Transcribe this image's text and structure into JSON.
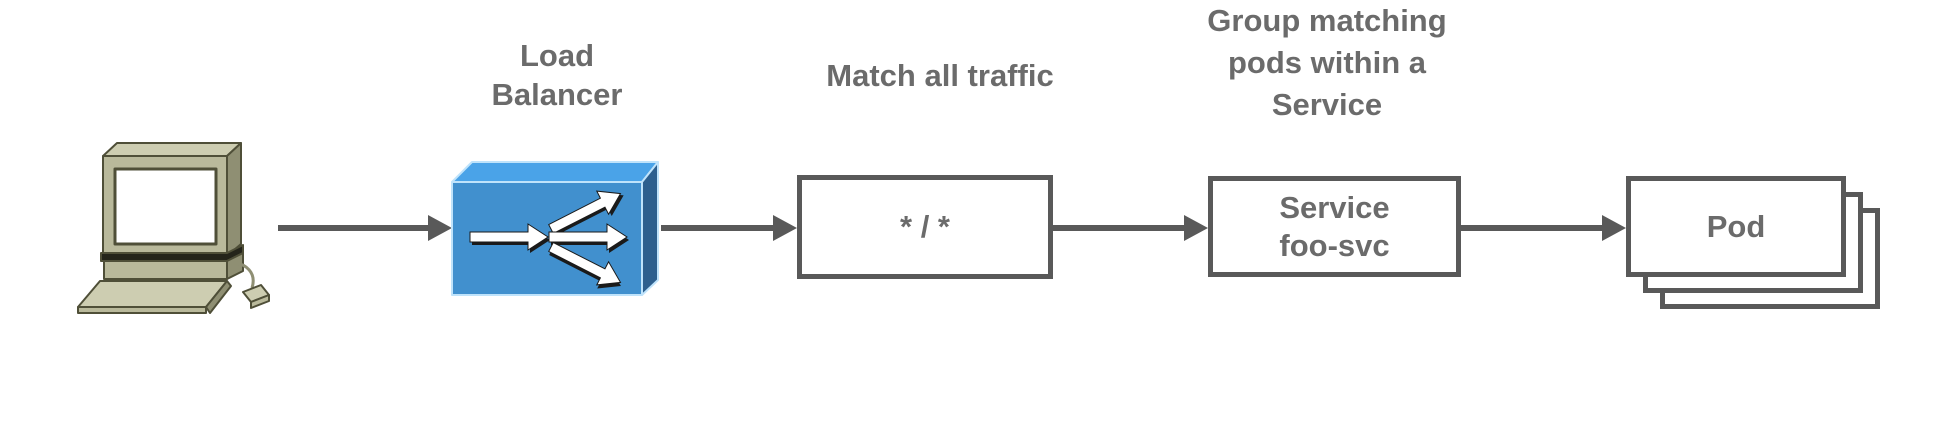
{
  "diagram": {
    "description": "Load balancer traffic flow from client to pods",
    "client": {
      "icon": "retro-computer-icon"
    },
    "load_balancer": {
      "icon": "load-balancer-3d-box-icon",
      "caption_line1": "Load",
      "caption_line2": "Balancer"
    },
    "match": {
      "caption": "Match all traffic",
      "value": "* / *"
    },
    "service": {
      "caption_line1": "Group matching",
      "caption_line2": "pods within a",
      "caption_line3": "Service",
      "line1": "Service",
      "line2": "foo-svc"
    },
    "pod": {
      "label": "Pod",
      "stack_count": 3
    }
  },
  "colors": {
    "background": "#ffffff",
    "text": "#6b6b6b",
    "stroke": "#595959",
    "lb_front": "#4190ce",
    "lb_top": "#4aa3e8",
    "lb_side": "#2d5f8e",
    "lb_edge": "#bfe3fb",
    "arrow_white": "#ffffff",
    "arrow_shadow": "#1a1a1a",
    "computer_body": "#b9b99b",
    "computer_top": "#cdcdb1",
    "computer_side": "#8f8f73",
    "computer_outline": "#4f4f38",
    "computer_strip": "#24241a",
    "screen": "#ffffff"
  }
}
